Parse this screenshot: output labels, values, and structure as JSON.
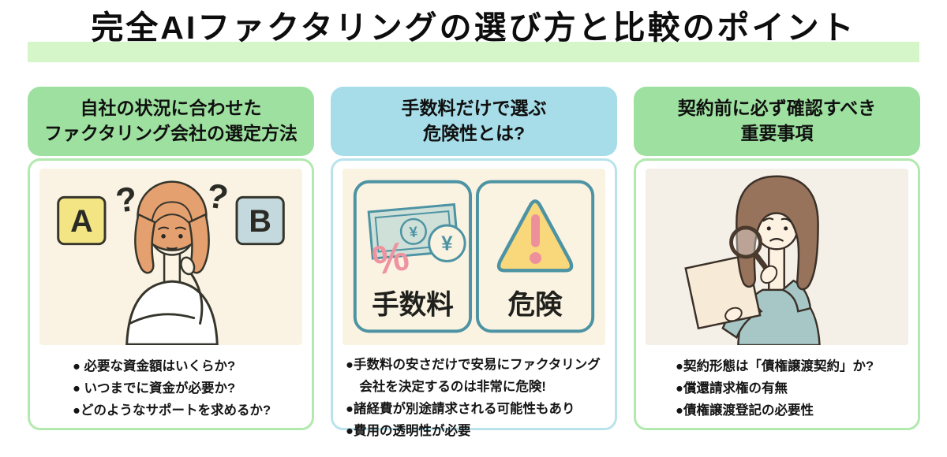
{
  "title": "完全AIファクタリングの選び方と比較のポイント",
  "colors": {
    "title_highlight": "#d4f6c8",
    "green_header": "#9de09f",
    "green_border": "#b2e9ae",
    "blue_header": "#a6dde8",
    "blue_border": "#b9e3ec",
    "cream_bg": "#faf3e2",
    "right_illus_bg": "#f4efe7",
    "teal_stroke": "#4d93a3",
    "pink_accent": "#ee8f9c",
    "warning_yellow": "#f8d87a",
    "option_a_yellow": "#f4e584",
    "option_b_blue": "#c3d9de",
    "text_dark": "#111111"
  },
  "cards": [
    {
      "theme": "green",
      "header_line1": "自社の状況に合わせた",
      "header_line2": "ファクタリング会社の選定方法",
      "illustration": {
        "name": "thinking-woman-ab-choice",
        "option_a": "A",
        "option_b": "B",
        "question_mark": "?"
      },
      "bullets": [
        "● 必要な資金額はいくらか?",
        "● いつまでに資金が必要か?",
        "●どのようなサポートを求めるか?"
      ]
    },
    {
      "theme": "blue",
      "header_line1": "手数料だけで選ぶ",
      "header_line2": "危険性とは?",
      "illustration": {
        "name": "fee-and-danger-tiles",
        "tiles": [
          {
            "icon": "money-percent-icon",
            "label": "手数料",
            "currency": "¥",
            "percent": "%"
          },
          {
            "icon": "warning-triangle-icon",
            "label": "危険"
          }
        ]
      },
      "bullets": [
        "●手数料の安さだけで安易にファクタリング会社を決定するのは非常に危険!",
        "●諸経費が別途請求される可能性もあり",
        "●費用の透明性が必要"
      ]
    },
    {
      "theme": "green",
      "header_line1": "契約前に必ず確認すべき",
      "header_line2": "重要事項",
      "illustration": {
        "name": "woman-magnifier-document"
      },
      "bullets": [
        "●契約形態は「債権譲渡契約」か?",
        "●償還請求権の有無",
        "●債権譲渡登記の必要性"
      ]
    }
  ]
}
